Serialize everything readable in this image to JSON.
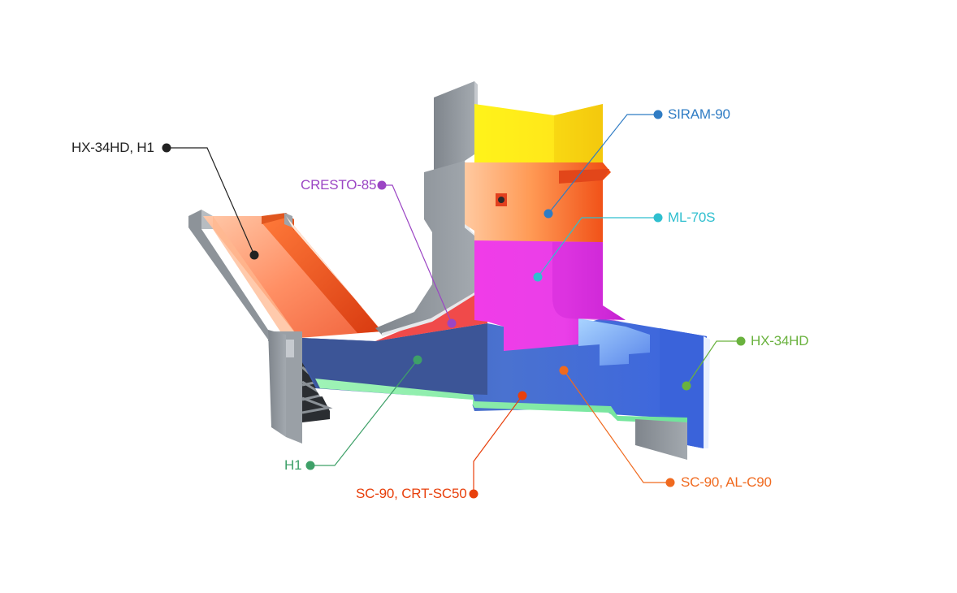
{
  "labels": [
    {
      "id": "hx34hd-h1",
      "text": "HX-34HD, H1",
      "color": "#222222"
    },
    {
      "id": "cresto85",
      "text": "CRESTO-85",
      "color": "#9b45c4"
    },
    {
      "id": "siram90",
      "text": "SIRAM-90",
      "color": "#2f7cc4"
    },
    {
      "id": "ml70s",
      "text": "ML-70S",
      "color": "#2fbfcf"
    },
    {
      "id": "hx34hd",
      "text": "HX-34HD",
      "color": "#6ab23e"
    },
    {
      "id": "h1",
      "text": "H1",
      "color": "#3ea068"
    },
    {
      "id": "sc90-crt",
      "text": "SC-90, CRT-SC50",
      "color": "#e8400c"
    },
    {
      "id": "sc90-al",
      "text": "SC-90, AL-C90",
      "color": "#f06a1f"
    }
  ]
}
